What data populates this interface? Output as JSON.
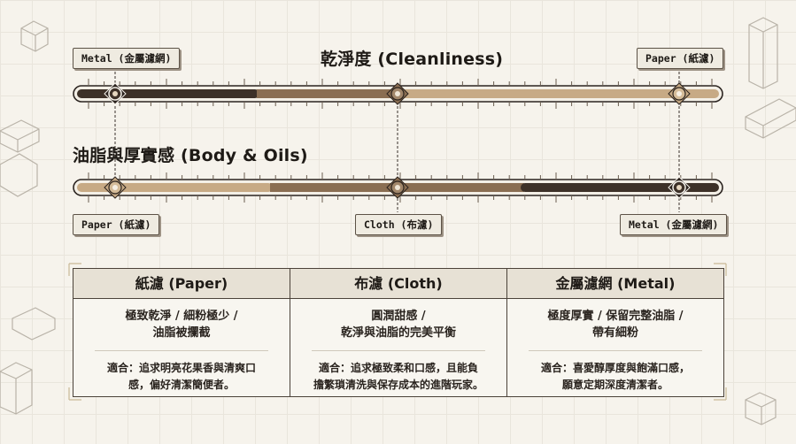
{
  "charts": [
    {
      "title": "乾淨度 (Cleanliness)",
      "markers": [
        {
          "label": "Metal (金屬濾網)",
          "position": 0.12
        },
        {
          "label": "Cloth (布濾)",
          "position": 0.5
        },
        {
          "label": "Paper (紙濾)",
          "position": 0.88
        }
      ]
    },
    {
      "title": "油脂與厚實感 (Body & Oils)",
      "markers": [
        {
          "label": "Paper (紙濾)",
          "position": 0.12
        },
        {
          "label": "Cloth (布濾)",
          "position": 0.5
        },
        {
          "label": "Metal (金屬濾網)",
          "position": 0.88
        }
      ]
    }
  ],
  "table": {
    "columns": [
      {
        "header": "紙濾 (Paper)",
        "feature_lines": [
          "極致乾淨 / 細粉極少 /",
          "油脂被攔截"
        ],
        "use_lines": [
          "適合：追求明亮花果香與清爽口",
          "感，偏好清潔簡便者。"
        ]
      },
      {
        "header": "布濾 (Cloth)",
        "feature_lines": [
          "圓潤甜感 /",
          "乾淨與油脂的完美平衡"
        ],
        "use_lines": [
          "適合：追求極致柔和口感，且能負",
          "擔繁瑣清洗與保存成本的進階玩家。"
        ]
      },
      {
        "header": "金屬濾網 (Metal)",
        "feature_lines": [
          "極度厚實 / 保留完整油脂 /",
          "帶有細粉"
        ],
        "use_lines": [
          "適合：喜愛醇厚度與飽滿口感，",
          "願意定期深度清潔者。"
        ]
      }
    ]
  },
  "colors": {
    "ink": "#1e1a16",
    "dark": "#3d3128",
    "mid": "#8a6e52",
    "light": "#c7aa85",
    "paper": "#f6f3ec"
  }
}
